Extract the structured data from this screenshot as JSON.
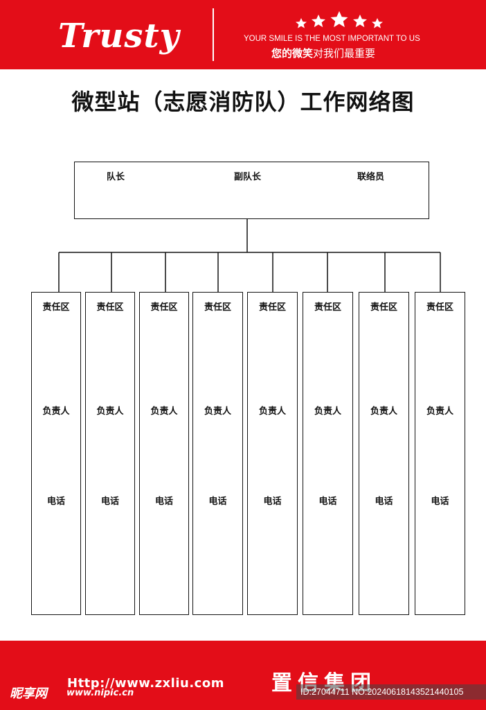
{
  "header": {
    "logo": "Trusty",
    "slogan_en": "YOUR  SMILE IS THE MOST IMPORTANT TO US",
    "slogan_cn_highlight": "您的微笑",
    "slogan_cn_rest": "对我们最重要",
    "star_count": 5,
    "band_color": "#e30d18"
  },
  "title": "微型站（志愿消防队）工作网络图",
  "leadership": {
    "captain": "队长",
    "vice_captain": "副队长",
    "liaison": "联络员"
  },
  "zones": [
    {
      "area": "责任区",
      "person": "负责人",
      "phone": "电话"
    },
    {
      "area": "责任区",
      "person": "负责人",
      "phone": "电话"
    },
    {
      "area": "责任区",
      "person": "负责人",
      "phone": "电话"
    },
    {
      "area": "责任区",
      "person": "负责人",
      "phone": "电话"
    },
    {
      "area": "责任区",
      "person": "负责人",
      "phone": "电话"
    },
    {
      "area": "责任区",
      "person": "负责人",
      "phone": "电话"
    },
    {
      "area": "责任区",
      "person": "负责人",
      "phone": "电话"
    },
    {
      "area": "责任区",
      "person": "负责人",
      "phone": "电话"
    }
  ],
  "footer": {
    "website": "Http://www.zxliu.com",
    "company": "置信集团"
  },
  "watermark": {
    "brand": "昵享网",
    "url": "www.nipic.cn",
    "id_text": "ID:27044711 NO:20240618143521440105"
  }
}
